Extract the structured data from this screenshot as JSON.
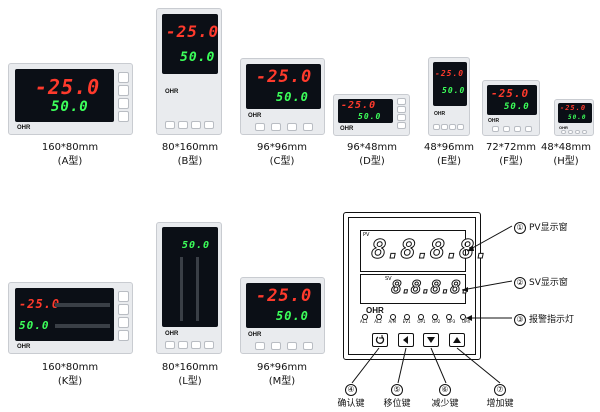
{
  "display": {
    "pv": "-25.0",
    "sv": "50.0"
  },
  "brand": "OHR",
  "models": [
    {
      "size": "160*80mm",
      "type": "(A型)"
    },
    {
      "size": "80*160mm",
      "type": "(B型)"
    },
    {
      "size": "96*96mm",
      "type": "(C型)"
    },
    {
      "size": "96*48mm",
      "type": "(D型)"
    },
    {
      "size": "48*96mm",
      "type": "(E型)"
    },
    {
      "size": "72*72mm",
      "type": "(F型)"
    },
    {
      "size": "48*48mm",
      "type": "(H型)"
    },
    {
      "size": "160*80mm",
      "type": "(K型)"
    },
    {
      "size": "80*160mm",
      "type": "(L型)"
    },
    {
      "size": "96*96mm",
      "type": "(M型)"
    }
  ],
  "diagram": {
    "pv_tag": "PV",
    "sv_tag": "SV",
    "pv_digits": "8.8.8.8.",
    "sv_digits": "8.8.8.8.",
    "leds": [
      "AL1",
      "AL2",
      "A/M",
      "EV1",
      "OP1",
      "OP2",
      "OP3",
      "OP4"
    ],
    "callouts": [
      {
        "num": "①",
        "text": "PV显示窗"
      },
      {
        "num": "②",
        "text": "SV显示窗"
      },
      {
        "num": "③",
        "text": "报警指示灯"
      },
      {
        "num": "④",
        "text": "确认键"
      },
      {
        "num": "⑤",
        "text": "移位键"
      },
      {
        "num": "⑥",
        "text": "减少键"
      },
      {
        "num": "⑦",
        "text": "增加键"
      }
    ],
    "key_icons": [
      "enter-icon",
      "arrow-left-icon",
      "arrow-down-icon",
      "arrow-up-icon"
    ]
  }
}
